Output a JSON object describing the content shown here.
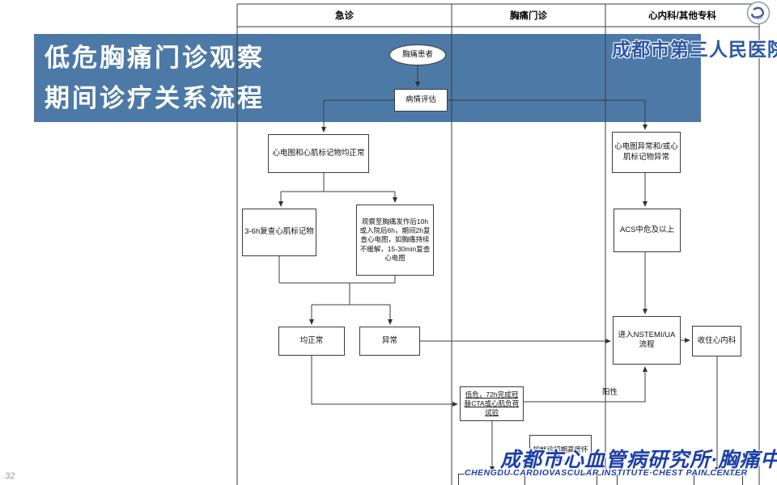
{
  "slide": {
    "page_number": "32"
  },
  "colors": {
    "banner_bg": "#4d79a7",
    "brand_blue": "#1c3fa8",
    "hospital_blue": "#2d57a7"
  },
  "banner": {
    "title_line1": "低危胸痛门诊观察",
    "title_line2": "期间诊疗关系流程"
  },
  "hospital_name": "成都市第三人民医院",
  "footer": {
    "institute_cn": "成都市心血管病研究所·胸痛中心",
    "institute_en": "CHENGDU CARDIOVASCULAR INSTITUTE·CHEST PAIN CENTER"
  },
  "lanes": [
    {
      "label": "急诊"
    },
    {
      "label": "胸痛门诊"
    },
    {
      "label": "心内科/其他专科"
    }
  ],
  "nodes": {
    "patient": "胸痛患者",
    "assess": "病情评估",
    "ecg_normal": "心电图和心肌标记物均正常",
    "ecg_abnormal": "心电图异常和/或心肌标记物异常",
    "recheck": "3-6h复查心肌标记物",
    "observe": "观察至胸痛发作后10h或入院后6h，期间2h复查心电图，如胸痛持续不缓解，15-30min复查心电图",
    "acs": "ACS中危及以上",
    "all_normal": "均正常",
    "abnormal": "异常",
    "nstemi": "进入NSTEMI/UA流程",
    "admit": "收住心内科",
    "cta": "低危，72h完成冠脉CTA或心肌负荷试验",
    "suspect": "如就诊初期高度怀疑…",
    "positive_label": "阳性"
  }
}
